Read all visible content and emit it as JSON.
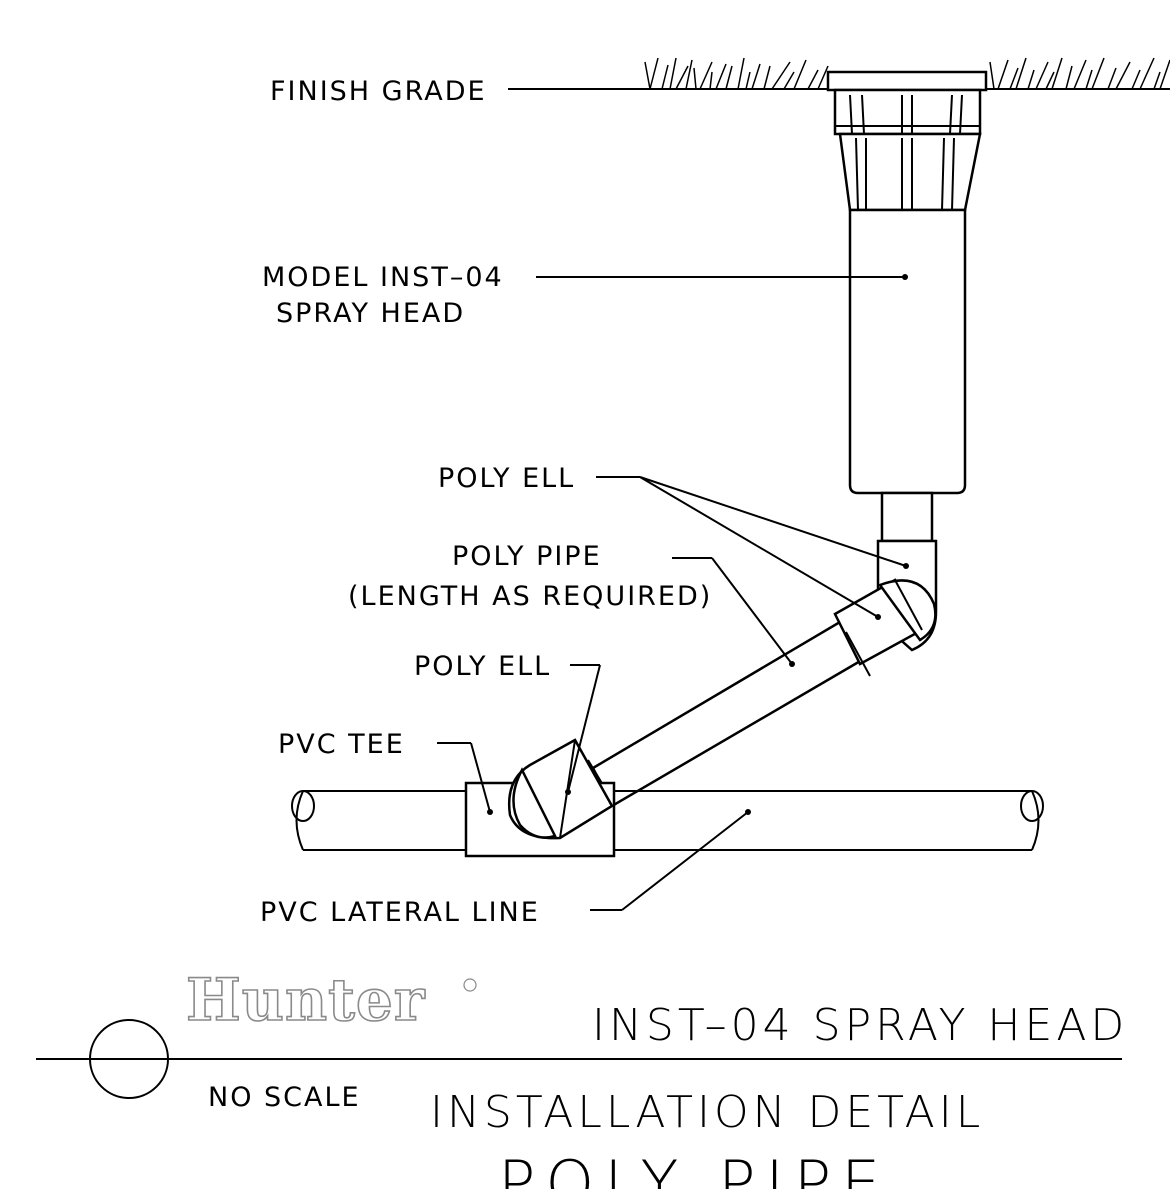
{
  "labels": {
    "finish_grade": "FINISH GRADE",
    "spray_head_line1": "MODEL INST–04",
    "spray_head_line2": "SPRAY HEAD",
    "poly_ell_top": "POLY ELL",
    "poly_pipe_line1": "POLY PIPE",
    "poly_pipe_line2": "(LENGTH AS REQUIRED)",
    "poly_ell_bottom": "POLY ELL",
    "pvc_tee": "PVC TEE",
    "pvc_lateral": "PVC LATERAL LINE"
  },
  "title_block": {
    "brand": "Hunter",
    "title": "INST–04 SPRAY HEAD",
    "scale": "NO SCALE",
    "subtitle": "INSTALLATION DETAIL",
    "subtitle2": "POLY PIPE"
  },
  "colors": {
    "line": "#000000",
    "logo": "#8a8a8a",
    "background": "#ffffff"
  }
}
